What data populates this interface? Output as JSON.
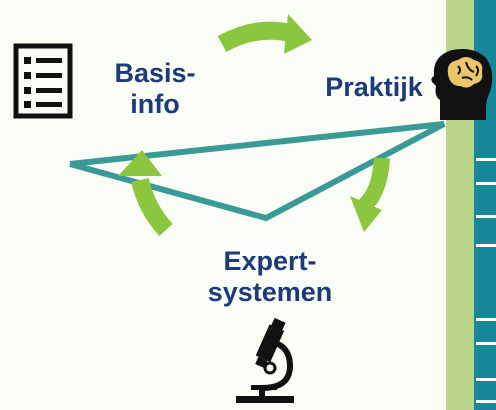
{
  "nodes": {
    "basisinfo": {
      "line1": "Basis-",
      "line2": "info",
      "icon": "checklist-icon"
    },
    "praktijk": {
      "label": "Praktijk",
      "icon": "brain-head-icon"
    },
    "expertsystemen": {
      "line1": "Expert-",
      "line2": "systemen",
      "icon": "microscope-icon"
    }
  },
  "colors": {
    "label_text": "#1f3a7a",
    "cycle_line": "#3a9a95",
    "arrow": "#8cc63f",
    "side_bar": "#b8d58a",
    "side_strip": "#17889a",
    "background": "#fafcf6",
    "icon": "#111111"
  }
}
